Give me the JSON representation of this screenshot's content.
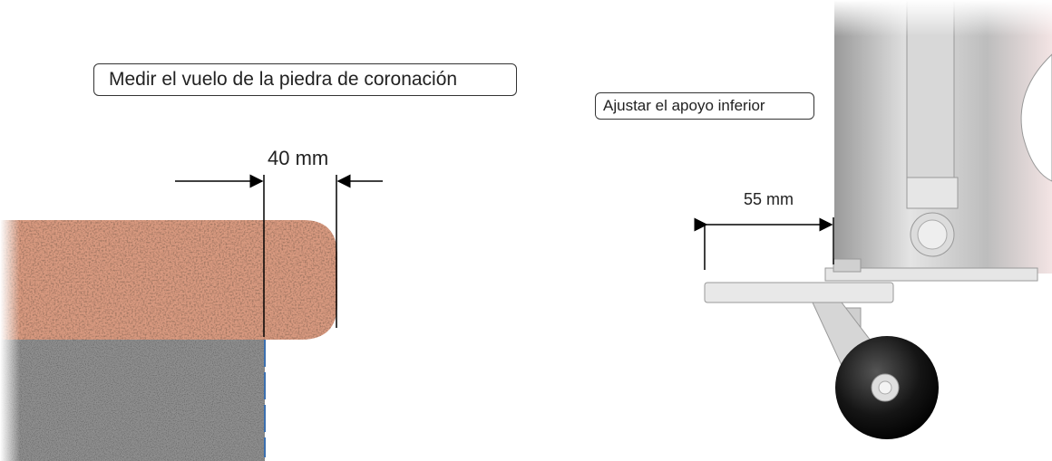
{
  "left_panel": {
    "instruction_label": "Medir el vuelo de la piedra de coronación",
    "dimension_label": "40 mm"
  },
  "right_panel": {
    "instruction_label": "Ajustar el apoyo inferior",
    "dimension_label": "55 mm"
  },
  "colors": {
    "coping_stone": "#d99a80",
    "wall_stone": "#8f8f8f",
    "post_metal": "#c8c8c8",
    "wheel": "#111111",
    "arrow": "#000000"
  }
}
